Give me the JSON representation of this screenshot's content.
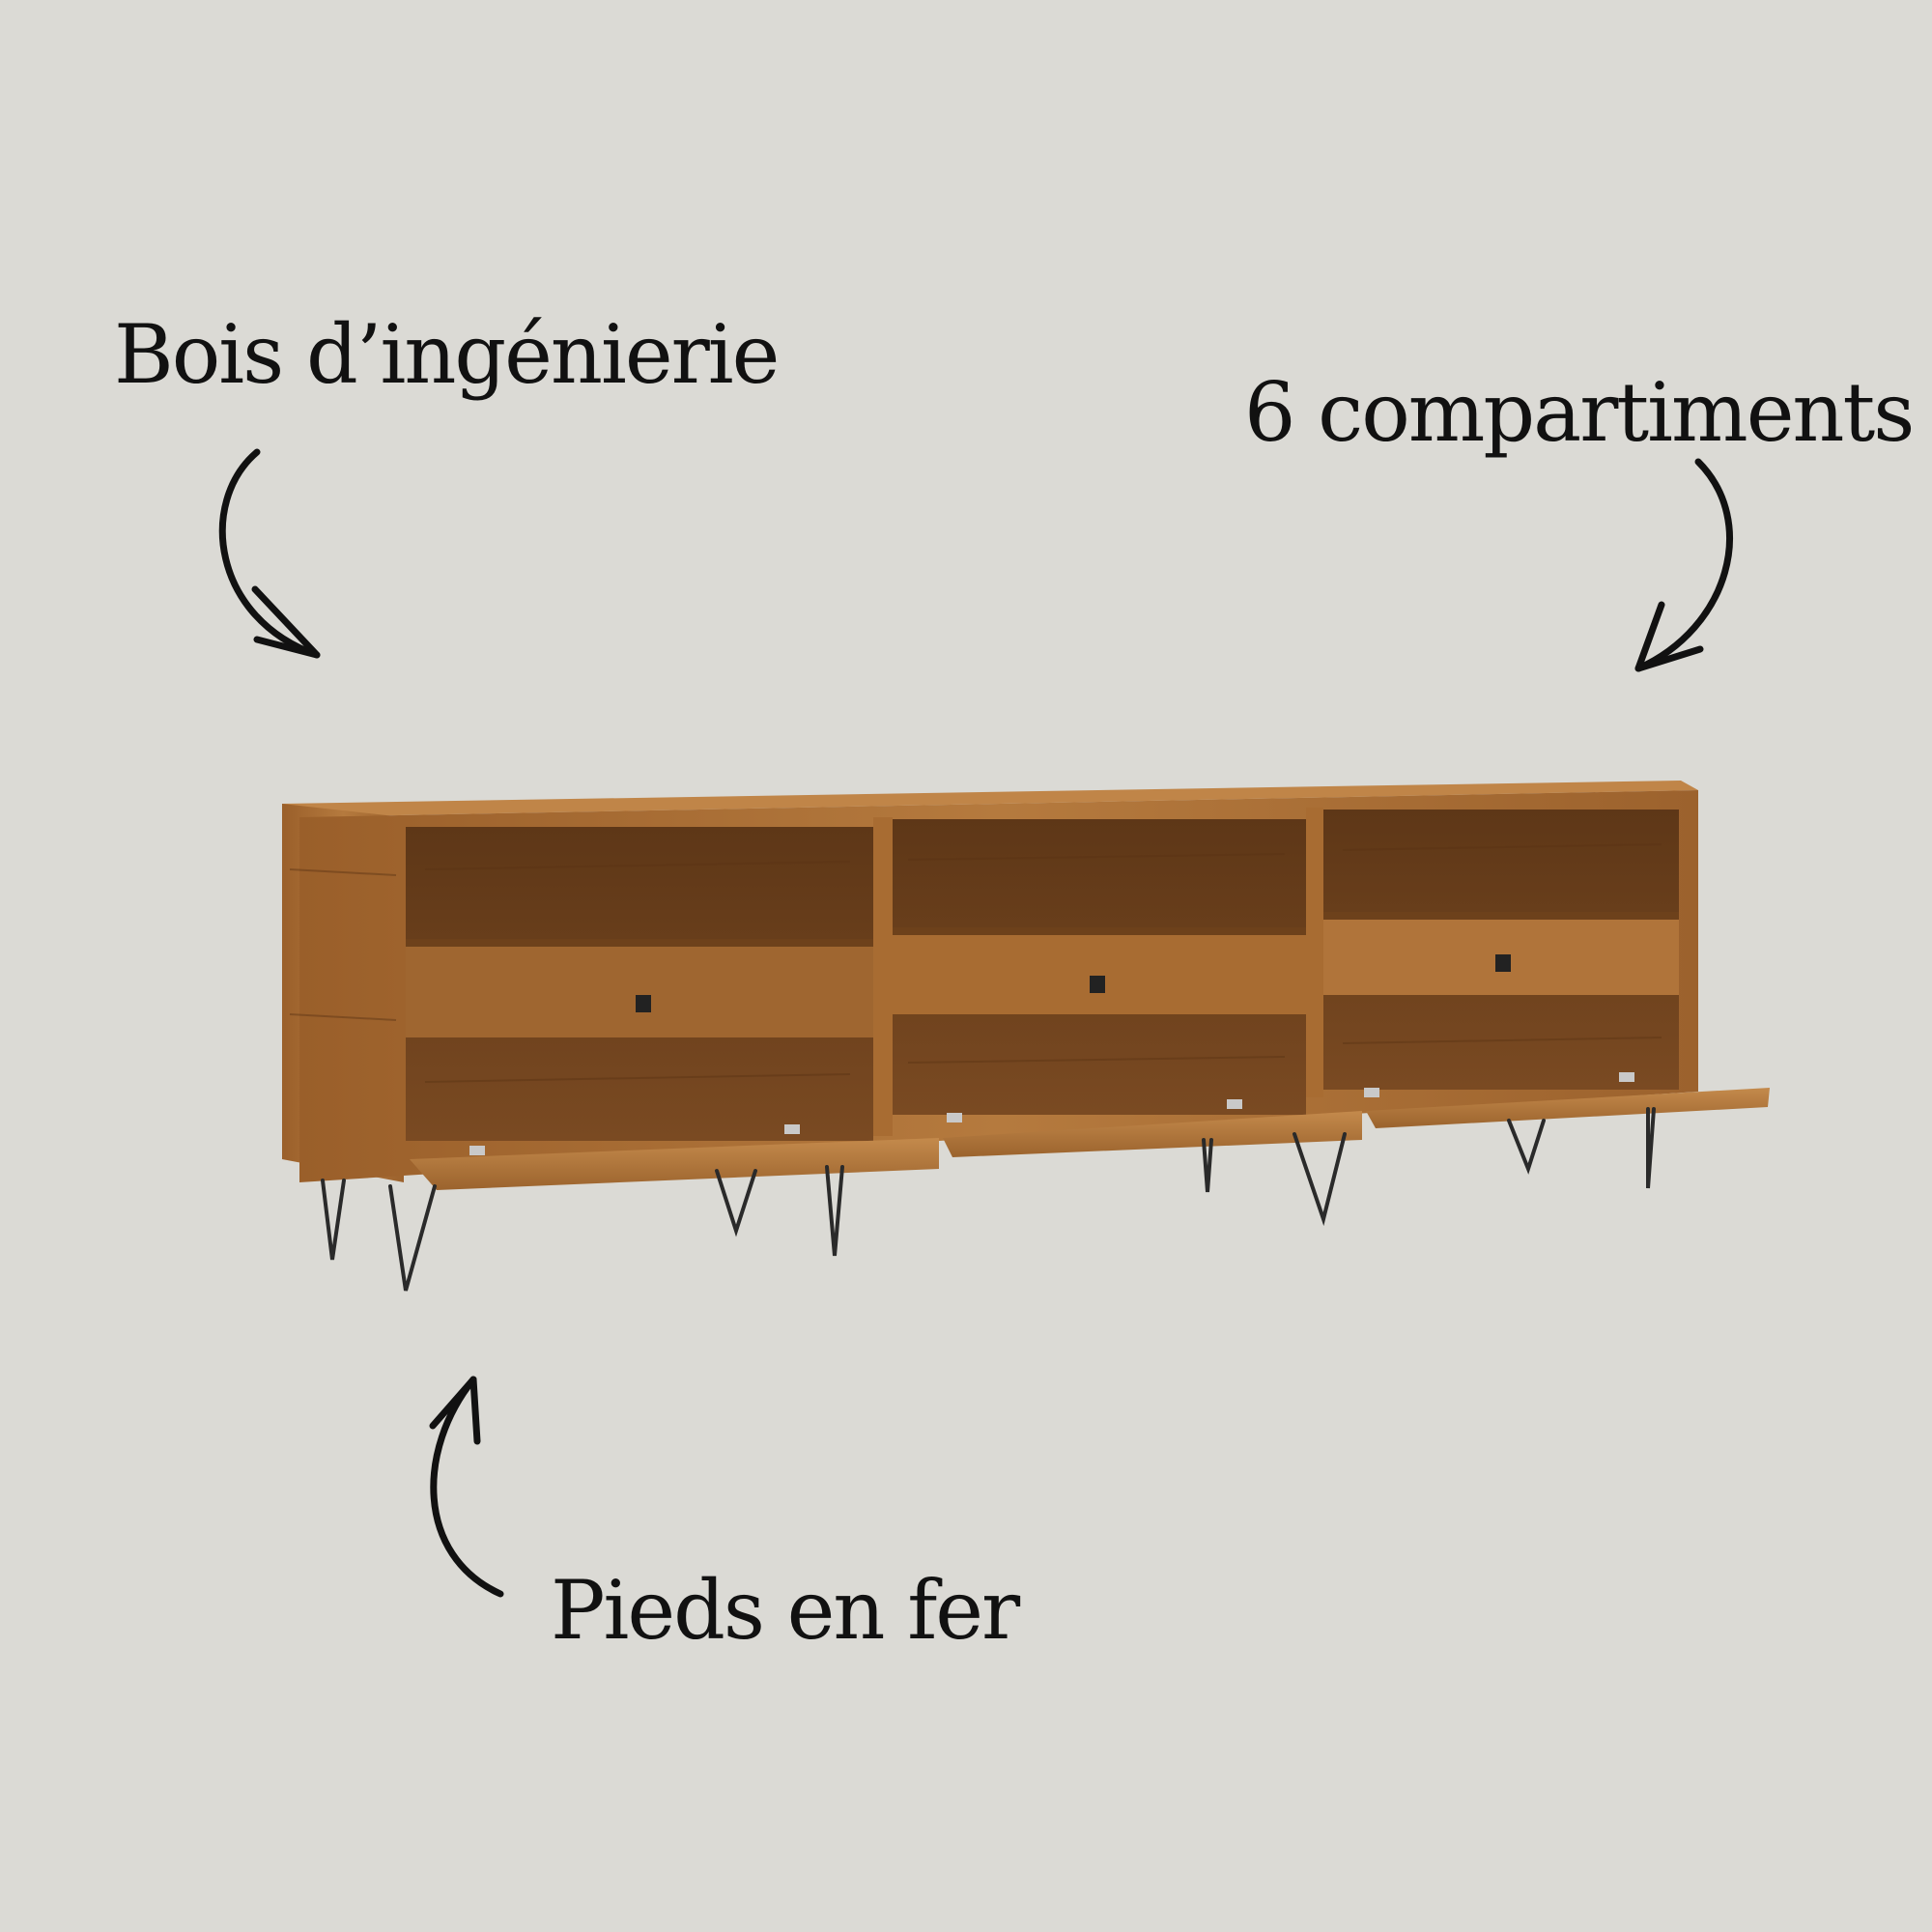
{
  "background_color": "#dbdad5",
  "wood_color": "#a86c32",
  "leg_color": "#2a2a2a",
  "annotations": {
    "wood": "Bois d’ingénierie",
    "compartments": "6 compartiments",
    "legs": "Pieds en fer"
  },
  "icons": {
    "arrow_wood": "curved-arrow-down-right-icon",
    "arrow_compartments": "curved-arrow-down-left-icon",
    "arrow_legs": "curved-arrow-up-icon"
  },
  "product": {
    "compartments": 6,
    "sections": 3
  }
}
